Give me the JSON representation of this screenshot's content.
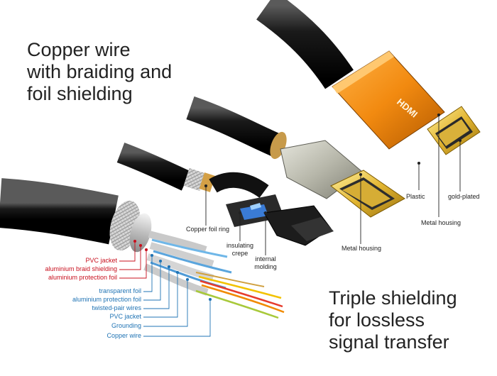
{
  "headline_top": [
    "Copper wire",
    "with braiding and",
    "foil shielding"
  ],
  "headline_bottom": [
    "Triple shielding",
    "for lossless",
    "signal transfer"
  ],
  "labels_red": [
    "PVC jacket",
    "aluminium braid shielding",
    "aluminium protection foil"
  ],
  "labels_blue": [
    "transparent foil",
    "aluminium protection foil",
    "twisted-pair wires",
    "PVC jacket",
    "Grounding",
    "Copper wire"
  ],
  "labels_dark": {
    "copper_foil_ring": "Copper foil ring",
    "insulating_crepe": [
      "insulating",
      "crepe"
    ],
    "internal_molding": [
      "internal",
      "molding"
    ],
    "metal_housing_1": "Metal housing",
    "plastic": "Plastic",
    "metal_housing_2": "Metal housing",
    "gold_plated": "gold-plated"
  },
  "logo_text": "HDMI",
  "colors": {
    "label_red": "#c8101e",
    "label_blue": "#1f73b4",
    "label_dark": "#222222",
    "housing_orange": "#f28a10",
    "connector_gold": "#e2b531",
    "housing_grey": "#b7b7aa",
    "cable_black": "#111111"
  }
}
